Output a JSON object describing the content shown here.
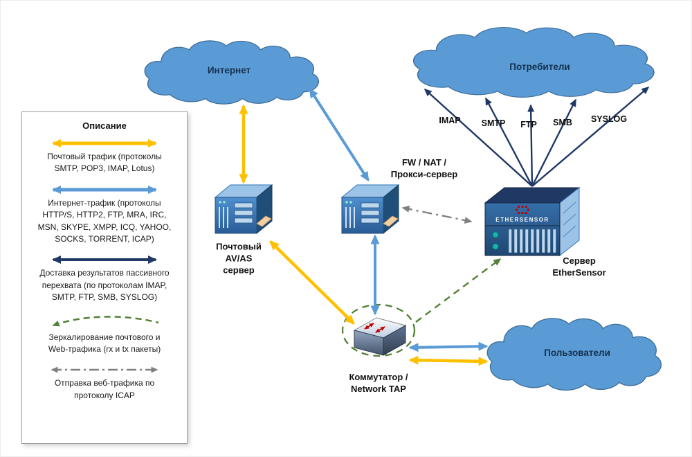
{
  "legend": {
    "title": "Описание",
    "items": [
      {
        "name": "mail-traffic",
        "color": "#FFC000",
        "style": "solid-double",
        "text": "Почтовый трафик (протоколы\nSMTP, POP3, IMAP, Lotus)"
      },
      {
        "name": "internet-traffic",
        "color": "#5B9BD5",
        "style": "solid-double",
        "text": "Интернет-трафик (протоколы\nHTTP/S, HTTP2, FTP, MRA, IRC,\nMSN, SKYPE, XMPP, ICQ, YAHOO,\nSOCKS, TORRENT, ICAP)"
      },
      {
        "name": "passive-intercept-delivery",
        "color": "#1F3864",
        "style": "solid-double",
        "text": "Доставка результатов пассивного\nперехвата (по протоколам IMAP,\nSMTP, FTP, SMB, SYSLOG)"
      },
      {
        "name": "mirroring",
        "color": "#538135",
        "style": "dashed-curve",
        "text": "Зеркалирование почтового и\nWeb-трафика (rx и tx пакеты)"
      },
      {
        "name": "icap-web-traffic",
        "color": "#808080",
        "style": "dash-dot-double",
        "text": "Отправка веб-трафика по\nпротоколу ICAP"
      }
    ]
  },
  "nodes": {
    "internet": {
      "label": "Интернет"
    },
    "consumers": {
      "label": "Потребители"
    },
    "mail_server": {
      "label": "Почтовый\nAV/AS\nсервер"
    },
    "proxy_server": {
      "label": "FW / NAT /\nПрокси-сервер"
    },
    "ethersensor": {
      "label": "Сервер\nEtherSensor",
      "device_text": "ETHERSENSOR"
    },
    "switch": {
      "label": "Коммутатор /\nNetwork TAP"
    },
    "users": {
      "label": "Пользователи"
    }
  },
  "protocols": [
    "IMAP",
    "SMTP",
    "FTP",
    "SMB",
    "SYSLOG"
  ],
  "colors": {
    "mail_traffic": "#FFC000",
    "internet_traffic": "#5B9BD5",
    "passive_delivery": "#1F3864",
    "mirroring": "#538135",
    "icap": "#808080",
    "cloud_fill": "#5B9BD5",
    "switch_arrows": "#C00000"
  }
}
